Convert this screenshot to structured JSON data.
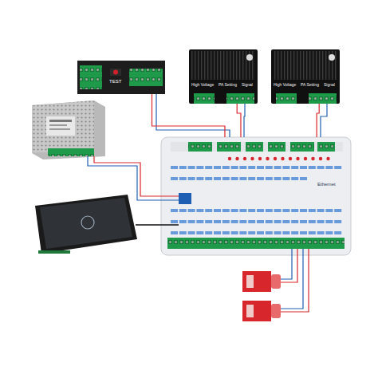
{
  "diagram": {
    "nodes": [
      {
        "text": [
          "TEST"
        ]
      },
      {
        "text": [
          "High Voltage",
          "PA Setting",
          "Signal"
        ]
      },
      {
        "text": [
          "High Voltage",
          "PA Setting",
          "Signal"
        ]
      },
      {
        "text": [
          "Ethernet"
        ]
      }
    ],
    "edges": [
      {
        "from": 0,
        "to": 3,
        "arrow": "none"
      },
      {
        "from": 1,
        "to": 3,
        "arrow": "none"
      },
      {
        "from": 2,
        "to": 3,
        "arrow": "none"
      }
    ]
  }
}
